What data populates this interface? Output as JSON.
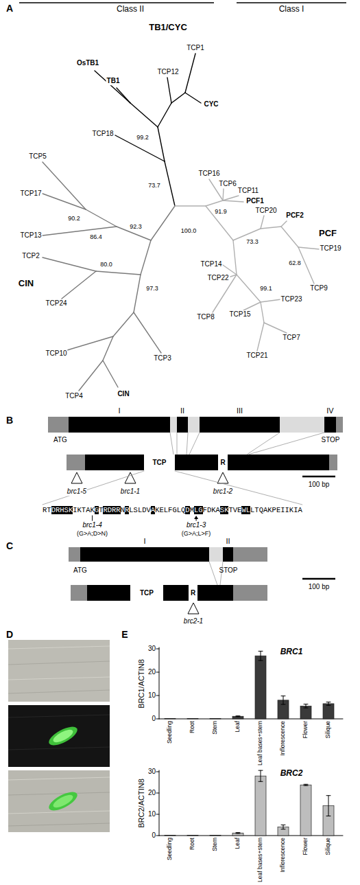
{
  "diagram": {
    "nodes": [
      {
        "text": [
          "I"
        ]
      },
      {
        "text": [
          "II"
        ]
      },
      {
        "text": [
          "III"
        ]
      },
      {
        "text": [
          "IV"
        ]
      },
      {
        "text": [
          "TCP"
        ]
      },
      {
        "text": [
          "R"
        ]
      },
      {
        "text": [
          "I"
        ]
      },
      {
        "text": [
          "II"
        ]
      },
      {
        "text": [
          "TCP"
        ]
      },
      {
        "text": [
          "R"
        ]
      }
    ],
    "labels": [
      "A",
      "Class II",
      "Class I",
      "TB1/CYC",
      "OsTB1",
      "TB1",
      "TCP12",
      "TCP1",
      "CYC",
      "99.2",
      "TCP18",
      "73.7",
      "TCP5",
      "TCP17",
      "90.2",
      "TCP16",
      "TCP6",
      "TCP11",
      "PCF1",
      "TCP20",
      "PCF2",
      "PCF",
      "TCP13",
      "86.4",
      "92.3",
      "100.0",
      "91.9",
      "73.3",
      "TCP19",
      "62.8",
      "TCP2",
      "CIN",
      "80.0",
      "TCP24",
      "97.3",
      "TCP14",
      "TCP22",
      "99.1",
      "TCP23",
      "TCP9",
      "TCP15",
      "TCP8",
      "TCP7",
      "TCP21",
      "TCP10",
      "TCP3",
      "TCP4",
      "CIN",
      "B",
      "ATG",
      "STOP",
      "100 bp",
      "brc1-5",
      "brc1-1",
      "brc1-2",
      "RTDRHSKIKTAKGTRDRRNRLSLDVAKELFGLQDMLGFDKASKTVEWLLTQAKPEIIKIA",
      "brc1-4",
      "(G>A;D>N)",
      "brc1-3",
      "(G>A;L>F)",
      "C",
      "ATG",
      "STOP",
      "100 bp",
      "brc2-1",
      "D",
      "E",
      "BRC1",
      "BRC1/ACTIN8",
      "30",
      "20",
      "10",
      "0",
      "Seedling",
      "Root",
      "Stem",
      "Leaf",
      "Leaf bases+stem",
      "Inflorescence",
      "Flower",
      "Silique",
      "BRC2",
      "BRC2/ACTIN8",
      "30",
      "20",
      "10",
      "0",
      "Seedling",
      "Root",
      "Stem",
      "Leaf",
      "Leaf bases+stem",
      "Inflorescence",
      "Flower",
      "Silique"
    ]
  }
}
